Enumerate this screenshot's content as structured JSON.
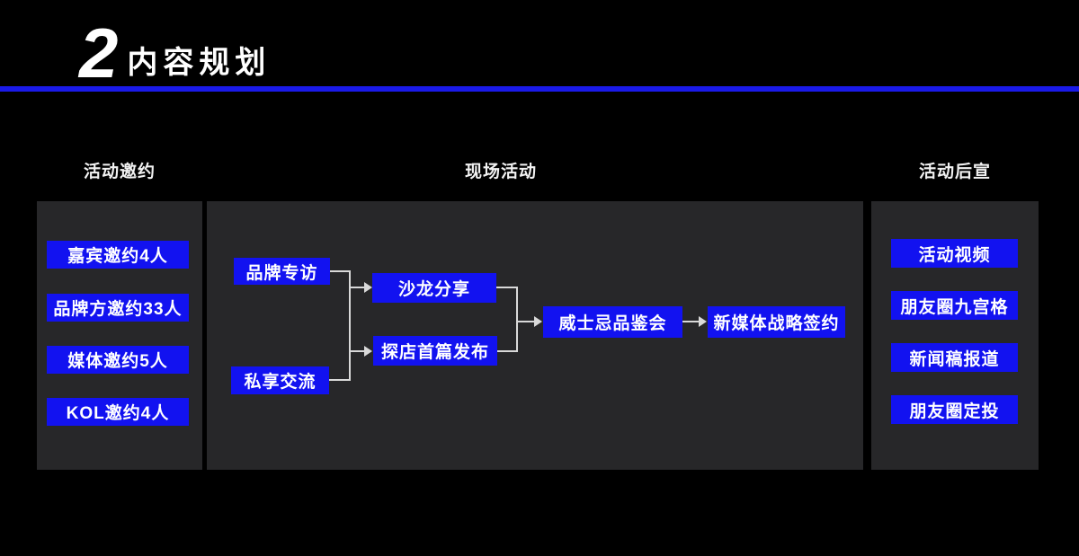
{
  "title": {
    "number": "2",
    "text": "内容规划"
  },
  "colors": {
    "background": "#000000",
    "accent_blue": "#1212f0",
    "rule_blue": "#1a1ae8",
    "panel_gray": "#272729",
    "connector_gray": "#d9d9d9",
    "text_white": "#ffffff"
  },
  "columns": [
    {
      "header": "活动邀约",
      "items": [
        "嘉宾邀约4人",
        "品牌方邀约33人",
        "媒体邀约5人",
        "KOL邀约4人"
      ]
    },
    {
      "header": "现场活动"
    },
    {
      "header": "活动后宣",
      "items": [
        "活动视频",
        "朋友圈九宫格",
        "新闻稿报道",
        "朋友圈定投"
      ]
    }
  ],
  "flow": {
    "nodes": [
      {
        "id": "brand-interview",
        "label": "品牌专访"
      },
      {
        "id": "private-exchange",
        "label": "私享交流"
      },
      {
        "id": "salon-share",
        "label": "沙龙分享"
      },
      {
        "id": "store-first-post",
        "label": "探店首篇发布"
      },
      {
        "id": "whisky-tasting",
        "label": "威士忌品鉴会"
      },
      {
        "id": "new-media-signing",
        "label": "新媒体战略签约"
      }
    ],
    "edges": [
      [
        "brand-interview",
        "salon-share"
      ],
      [
        "brand-interview",
        "store-first-post"
      ],
      [
        "private-exchange",
        "salon-share"
      ],
      [
        "private-exchange",
        "store-first-post"
      ],
      [
        "salon-share",
        "whisky-tasting"
      ],
      [
        "store-first-post",
        "whisky-tasting"
      ],
      [
        "whisky-tasting",
        "new-media-signing"
      ]
    ]
  }
}
